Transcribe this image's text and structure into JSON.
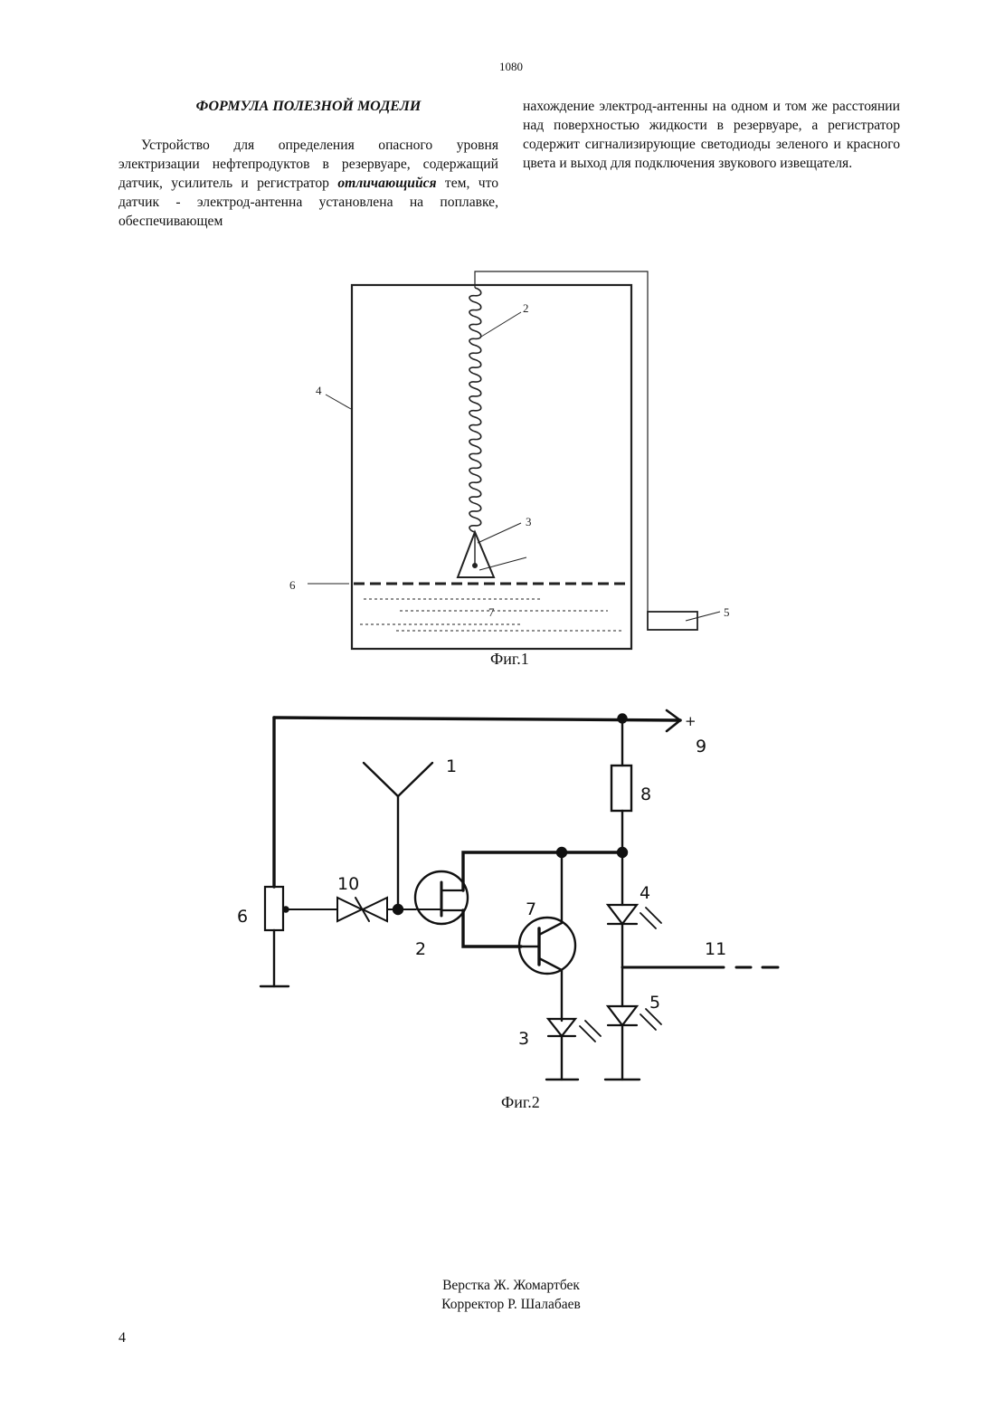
{
  "header": {
    "page_number": "1080"
  },
  "claims": {
    "heading": "ФОРМУЛА ПОЛЕЗНОЙ МОДЕЛИ",
    "left_before": "Устройство для определения опасного уровня электризации нефтепродуктов в резервуаре, содержащий датчик, усилитель и регистратор ",
    "left_emphasis": "отличающийся",
    "left_after": " тем, что датчик - электрод-антенна установлена на поплавке, обеспечивающем",
    "right_text": "нахождение электрод-антенны на одном и том же расстоянии над поверхностью жидкости в резервуаре, а регистратор содержит сигнализирующие светодиоды зеленого и красного цвета и выход для подключения звукового извещателя."
  },
  "figure1": {
    "caption": "Фиг.1",
    "labels": {
      "l2": "2",
      "l3": "3",
      "l4": "4",
      "l5": "5",
      "l6": "6",
      "l7": "7"
    }
  },
  "figure2": {
    "caption": "Фиг.2",
    "labels": {
      "plus": "+",
      "l9": "9",
      "l1": "1",
      "l8": "8",
      "l10": "10",
      "l7": "7",
      "l4": "4",
      "l6": "6",
      "l2": "2",
      "l11": "11",
      "l5": "5",
      "l3": "3"
    }
  },
  "footer": {
    "layout_credit": "Верстка Ж. Жомартбек",
    "corrector_credit": "Корректор Р. Шалабаев",
    "page_number": "4"
  }
}
